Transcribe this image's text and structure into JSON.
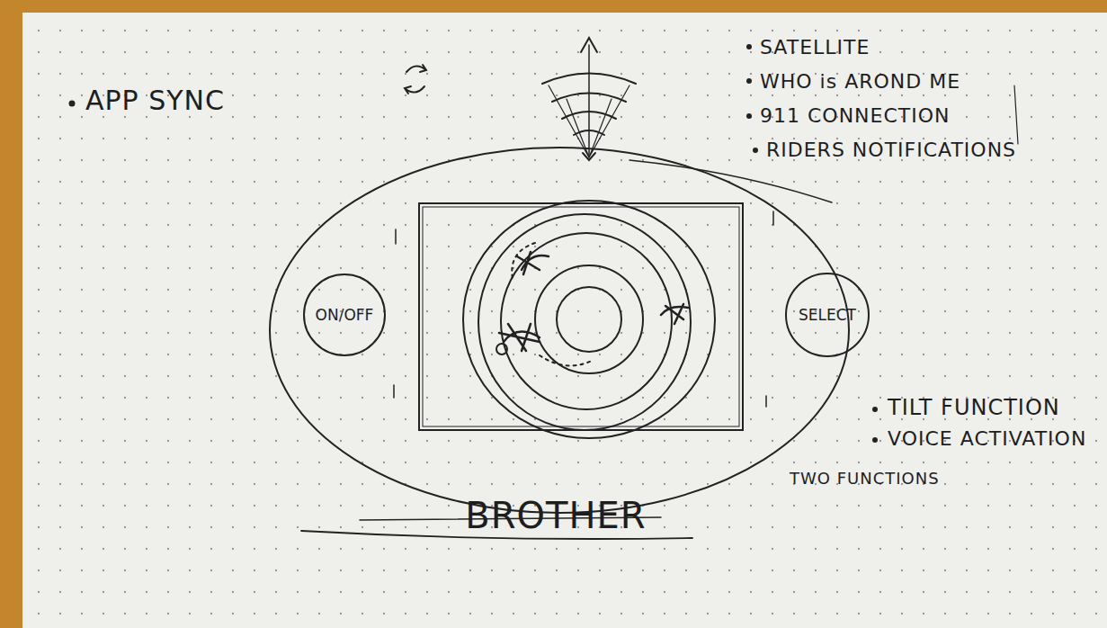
{
  "diagram": {
    "title": "BROTHER",
    "nodes": [
      {
        "text": [
          "ON/OFF"
        ]
      },
      {
        "text": [
          "SELECT"
        ]
      }
    ],
    "labels": [
      "APP SYNC",
      "SATELLITE",
      "WHO is AROND ME",
      "911 CONNECTION",
      "RIDERS NOTIFICATIONS",
      "TILT FUNCTION",
      "VOICE ACTIVATION",
      "TWO FUNCTIONS"
    ]
  }
}
